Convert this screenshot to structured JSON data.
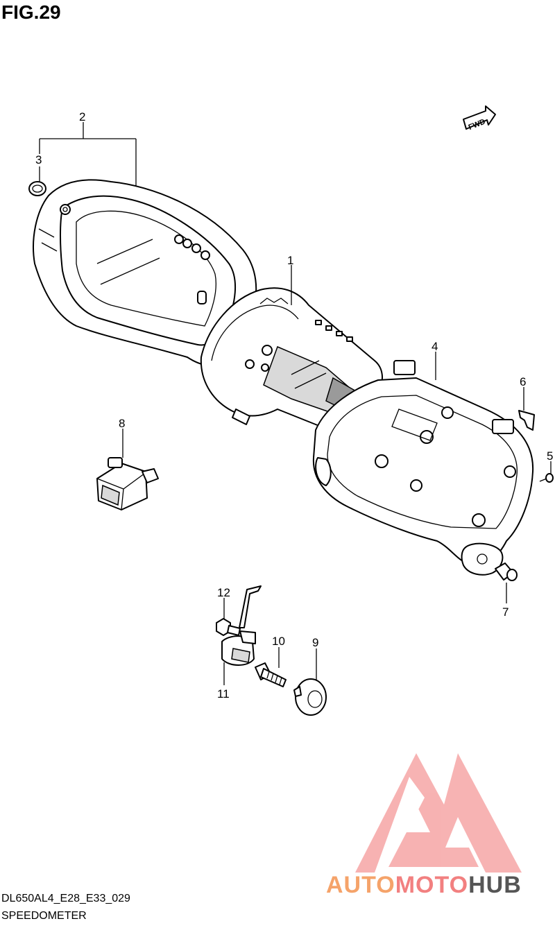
{
  "figure": {
    "title": "FIG.29"
  },
  "direction_label": "FWD",
  "callouts": [
    "1",
    "2",
    "3",
    "4",
    "5",
    "6",
    "7",
    "8",
    "9",
    "10",
    "11",
    "12"
  ],
  "footer": {
    "code": "DL650AL4_E28_E33_029",
    "name": "SPEEDOMETER"
  },
  "watermark": {
    "part1": "AUTO",
    "part2": "MOTO",
    "part3": "HUB",
    "colors": {
      "auto": "#f5a36a",
      "moto": "#f28080",
      "hub": "#555555",
      "logo": "#f4a3a3"
    }
  }
}
